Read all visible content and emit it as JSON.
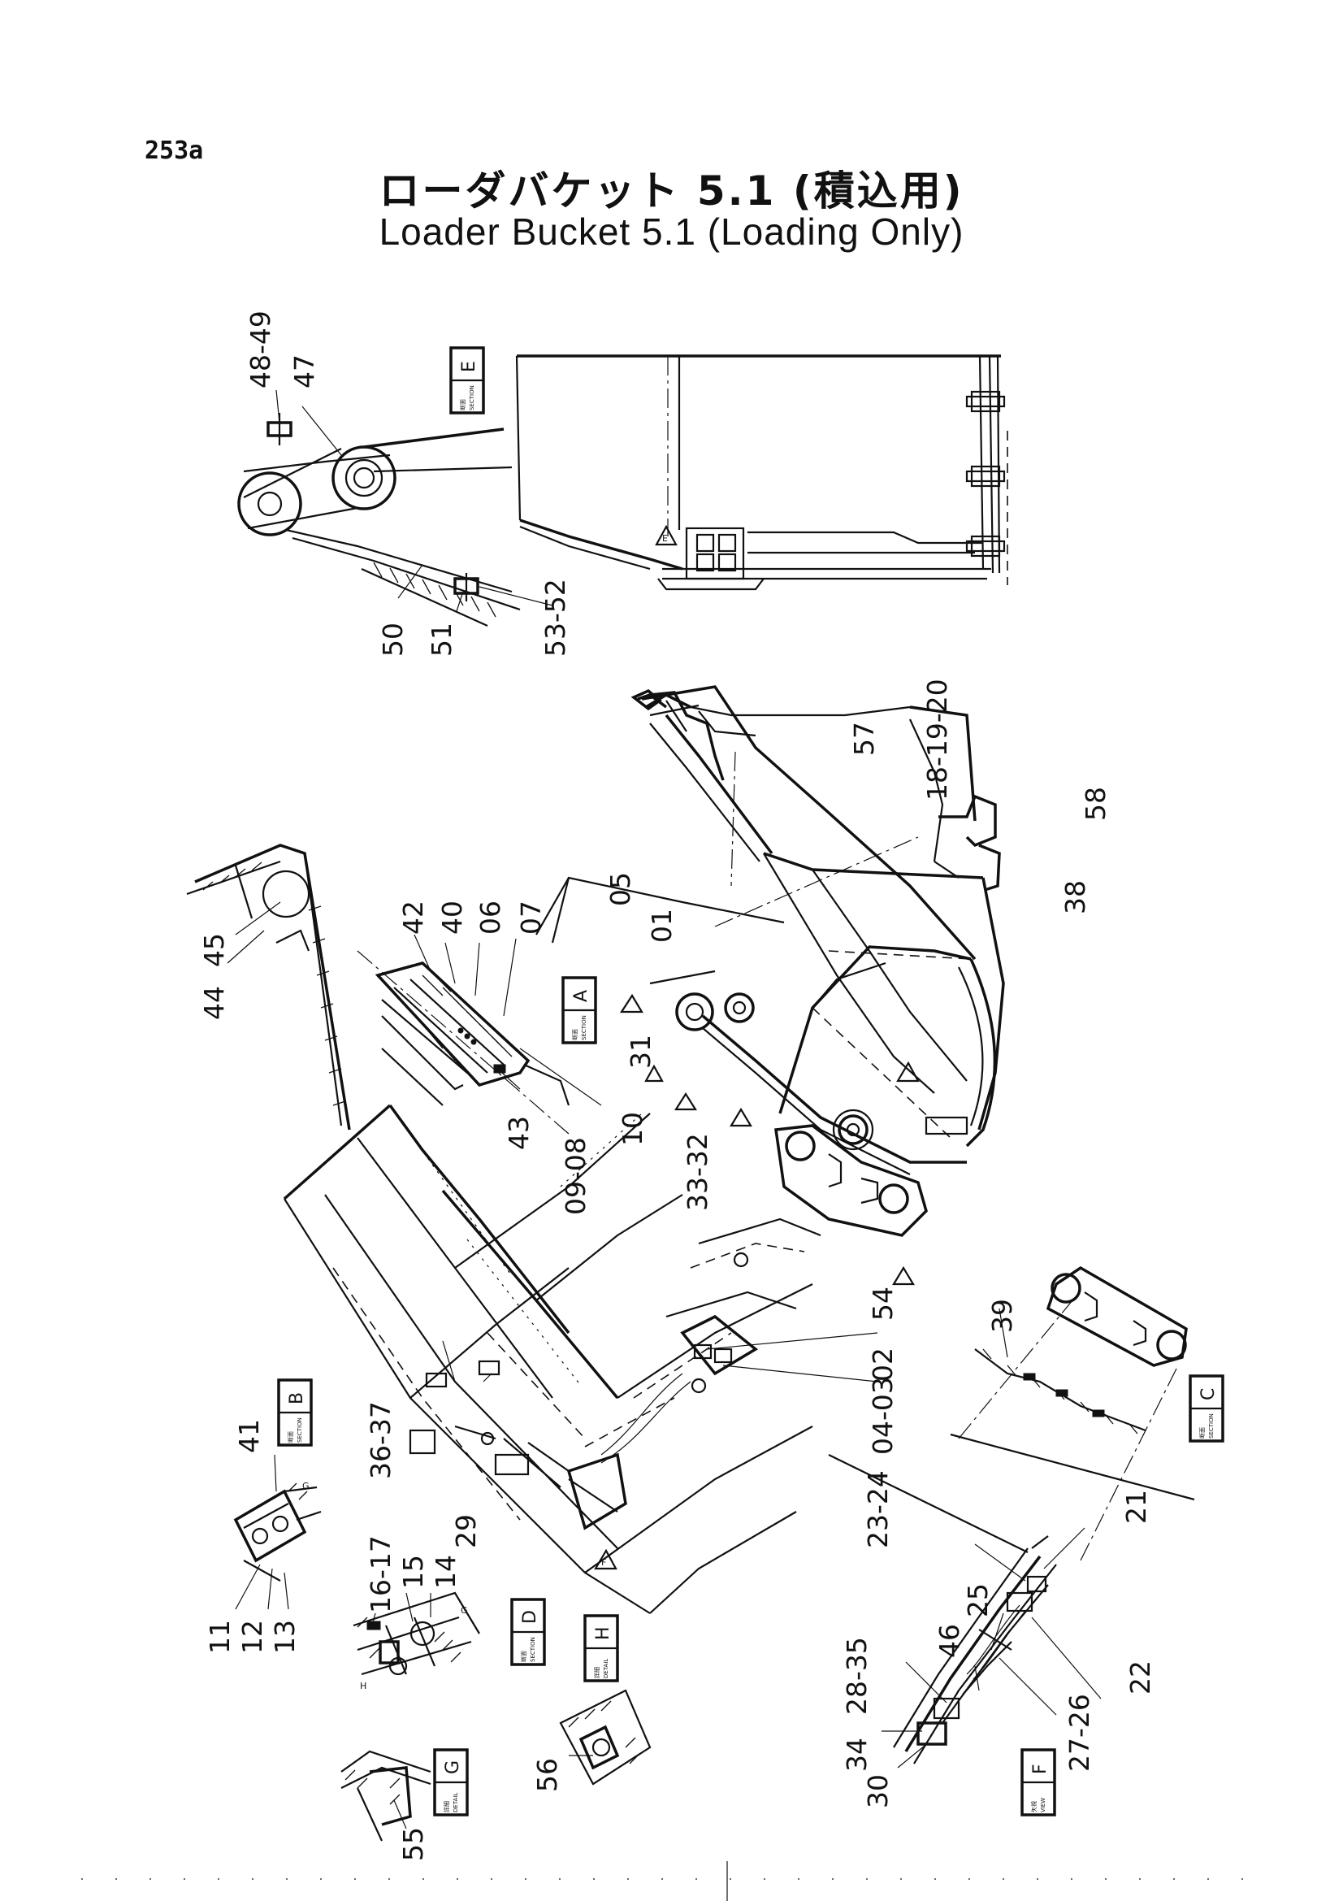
{
  "page": {
    "number": "253a"
  },
  "title": {
    "japanese": "ローダバケット 5.1 (積込用)",
    "english": "Loader Bucket 5.1 (Loading Only)"
  },
  "views": [
    {
      "id": "E",
      "kanji": "断面",
      "kind": "SECTION",
      "label": "E"
    },
    {
      "id": "A",
      "kanji": "断面",
      "kind": "SECTION",
      "label": "A"
    },
    {
      "id": "B",
      "kanji": "断面",
      "kind": "SECTION",
      "label": "B"
    },
    {
      "id": "C",
      "kanji": "断面",
      "kind": "SECTION",
      "label": "C"
    },
    {
      "id": "D",
      "kanji": "断面",
      "kind": "SECTION",
      "label": "D"
    },
    {
      "id": "G",
      "kanji": "詳細",
      "kind": "DETAIL",
      "label": "G"
    },
    {
      "id": "H",
      "kanji": "詳細",
      "kind": "DETAIL",
      "label": "H"
    },
    {
      "id": "F",
      "kanji": "矢視",
      "kind": "VIEW",
      "label": "F"
    }
  ],
  "part_labels": [
    "48-49",
    "47",
    "50",
    "51",
    "53-52",
    "57",
    "18-19-20",
    "58",
    "38",
    "42",
    "40",
    "06",
    "07",
    "05",
    "01",
    "45",
    "44",
    "31",
    "43",
    "10",
    "33-32",
    "09-08",
    "54",
    "02",
    "04-03",
    "39",
    "41",
    "36-37",
    "29",
    "16-17",
    "15",
    "14",
    "11",
    "12",
    "13",
    "23-24",
    "21",
    "25",
    "46",
    "28-35",
    "22",
    "27-26",
    "34",
    "30",
    "56",
    "55"
  ],
  "markers": [
    "G",
    "H"
  ]
}
